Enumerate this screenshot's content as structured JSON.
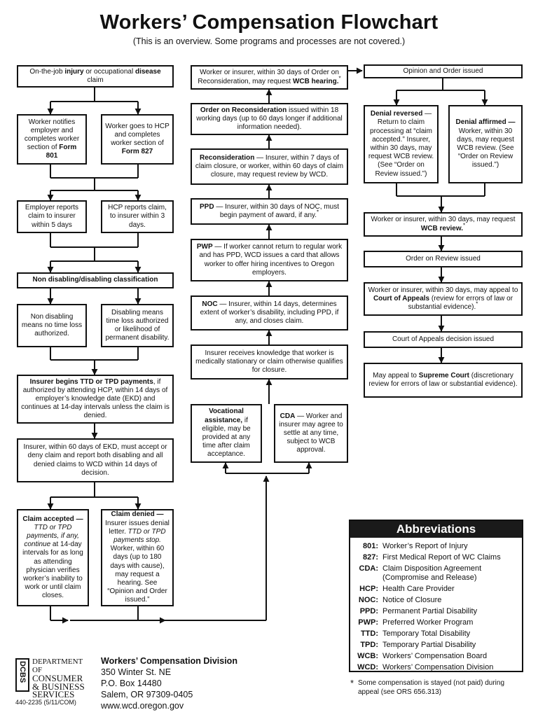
{
  "header": {
    "title": "Workers’ Compensation Flowchart",
    "subtitle": "(This is an overview. Some programs and processes are not covered.)"
  },
  "left": {
    "start_a": "On-the-job ",
    "start_b": "injury",
    "start_c": " or occupational ",
    "start_d": "disease",
    "start_e": " claim",
    "notify_text": "Worker notifies employer and completes worker section of",
    "notify_form": "Form 801",
    "hcp_text": "Worker goes to HCP and completes worker section of",
    "hcp_form": "Form 827",
    "employer_reports": "Employer reports claim to insurer within 5 days",
    "hcp_reports": "HCP reports claim, to insurer within 3 days.",
    "classification": "Non disabling/disabling classification",
    "non_disabling": "Non disabling means no time loss authorized.",
    "disabling": "Disabling means time loss authorized or likelihood of permanent disability.",
    "insurer_begins_bold": "Insurer begins TTD or TPD payments",
    "insurer_begins_rest": ", if authorized by attending HCP, within 14 days of employer’s knowledge date (EKD) and continues at 14-day intervals unless the claim is denied.",
    "insurer_60": "Insurer, within 60 days of EKD, must accept or deny claim and report both disabling and all denied claims to WCD within 14 days of decision.",
    "accepted_bold": "Claim accepted —",
    "accepted_italic": "TTD or TPD payments, if any, continue",
    "accepted_rest": " at 14-day intervals for as long as attending physician verifies worker’s inability to work or until claim closes.",
    "denied_bold": "Claim denied —",
    "denied_a": " Insurer issues denial letter. ",
    "denied_italic": "TTD or TPD payments stop.",
    "denied_b": " Worker, within 60 days (up to 180 days with cause), may request a hearing. See “Opinion and Order issued.”"
  },
  "middle": {
    "hearing_a": "Worker or insurer, within 30 days of Order on Reconsideration, may request ",
    "hearing_b": "WCB hearing.",
    "order_recon_bold": "Order on Reconsideration",
    "order_recon_rest": " issued within 18 working days (up to 60 days longer if additional information needed).",
    "recon_bold": "Reconsideration",
    "recon_rest": " — Insurer, within 7 days of claim closure, or worker, within 60 days of claim closure, may request review by WCD.",
    "ppd_bold": "PPD",
    "ppd_rest": " — Insurer, within 30 days of NOC, must begin payment of award, if any.",
    "pwp_bold": "PWP",
    "pwp_rest": " — If worker cannot return to regular work and has PPD, WCD issues a card that allows worker to offer hiring incentives to Oregon employers.",
    "noc_bold": "NOC",
    "noc_rest": " — Insurer, within 14 days, determines extent of worker’s disability, including PPD, if any, and closes claim.",
    "stationary": "Insurer receives knowledge that worker is medically stationary or claim otherwise qualifies for closure.",
    "voc_bold": "Vocational assistance,",
    "voc_rest": " if eligible, may be provided at any time after claim acceptance.",
    "cda_bold": "CDA",
    "cda_rest": " — Worker and insurer may agree to settle at any time, subject to WCB approval."
  },
  "right": {
    "opinion": "Opinion and Order issued",
    "reversed_bold": "Denial reversed",
    "reversed_rest": " — Return to claim processing at “claim accepted.” Insurer, within 30 days, may request WCB review. (See “Order on Review issued.”)",
    "affirmed_bold": "Denial affirmed —",
    "affirmed_rest": " Worker, within 30 days, may request WCB review. (See “Order on Review issued.”)",
    "review_a": "Worker or insurer, within 30 days, may request ",
    "review_b": "WCB review.",
    "order_review": "Order on Review issued",
    "appeal_a": "Worker or insurer, within 30 days, may appeal to ",
    "appeal_b": "Court of Appeals",
    "appeal_c": " (review for errors of law or substantial evidence).",
    "coa_decision": "Court of Appeals decision issued",
    "supreme_a": "May appeal to ",
    "supreme_b": "Supreme Court",
    "supreme_c": " (discretionary review for errors of law or substantial evidence)."
  },
  "star": "*",
  "abbreviations": {
    "title": "Abbreviations",
    "items": [
      {
        "k": "801:",
        "v": "Worker’s Report of Injury"
      },
      {
        "k": "827:",
        "v": "First Medical Report of WC Claims"
      },
      {
        "k": "CDA:",
        "v": "Claim Disposition Agreement (Compromise and Release)"
      },
      {
        "k": "HCP:",
        "v": "Health Care Provider"
      },
      {
        "k": "NOC:",
        "v": "Notice of Closure"
      },
      {
        "k": "PPD:",
        "v": "Permanent Partial Disability"
      },
      {
        "k": "PWP:",
        "v": "Preferred Worker Program"
      },
      {
        "k": "TTD:",
        "v": "Temporary Total Disability"
      },
      {
        "k": "TPD:",
        "v": "Temporary Partial Disability"
      },
      {
        "k": "WCB:",
        "v": "Workers’ Compensation Board"
      },
      {
        "k": "WCD:",
        "v": "Workers’ Compensation Division"
      }
    ]
  },
  "footnote": {
    "star": "*",
    "text": "Some compensation is stayed (not paid) during appeal (see ORS 656.313)"
  },
  "logo": {
    "mark": "DCBS",
    "line1": "DEPARTMENT OF",
    "line2": "CONSUMER",
    "line3": "& BUSINESS",
    "line4": "SERVICES"
  },
  "form_code": "440-2235 (5/11/COM)",
  "address": {
    "name": "Workers’ Compensation Division",
    "street": "350 Winter St. NE",
    "box": "P.O. Box 14480",
    "city": "Salem, OR 97309-0405",
    "web": "www.wcd.oregon.gov"
  }
}
